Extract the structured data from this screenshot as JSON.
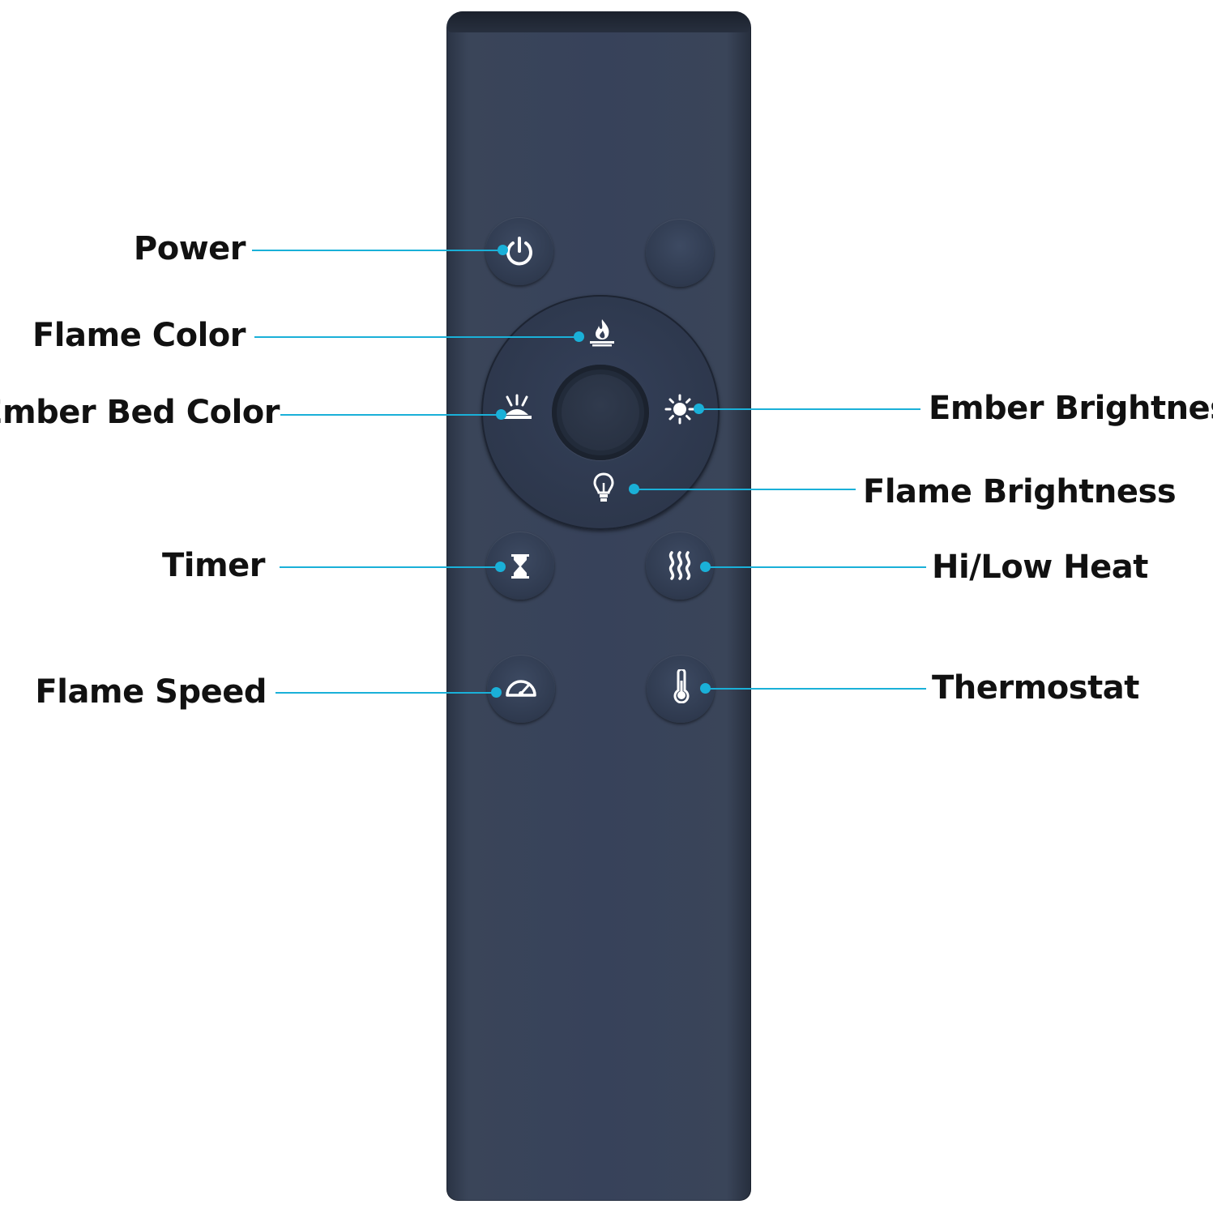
{
  "labels": {
    "power": "Power",
    "flame_color": "Flame Color",
    "ember_bed_color": "Ember Bed Color",
    "ember_brightness": "Ember Brightness",
    "flame_brightness": "Flame Brightness",
    "timer": "Timer",
    "hi_low_heat": "Hi/Low Heat",
    "flame_speed": "Flame Speed",
    "thermostat": "Thermostat"
  },
  "colors": {
    "callout": "#1ab0d8",
    "remote_body": "#37425a",
    "button": "#2f3a4f",
    "icon": "#ffffff",
    "label_text": "#111111"
  },
  "icons": [
    "power-icon",
    "flame-icon",
    "ember-bed-icon",
    "sun-icon",
    "bulb-icon",
    "hourglass-icon",
    "heat-waves-icon",
    "speedometer-icon",
    "thermometer-icon"
  ]
}
